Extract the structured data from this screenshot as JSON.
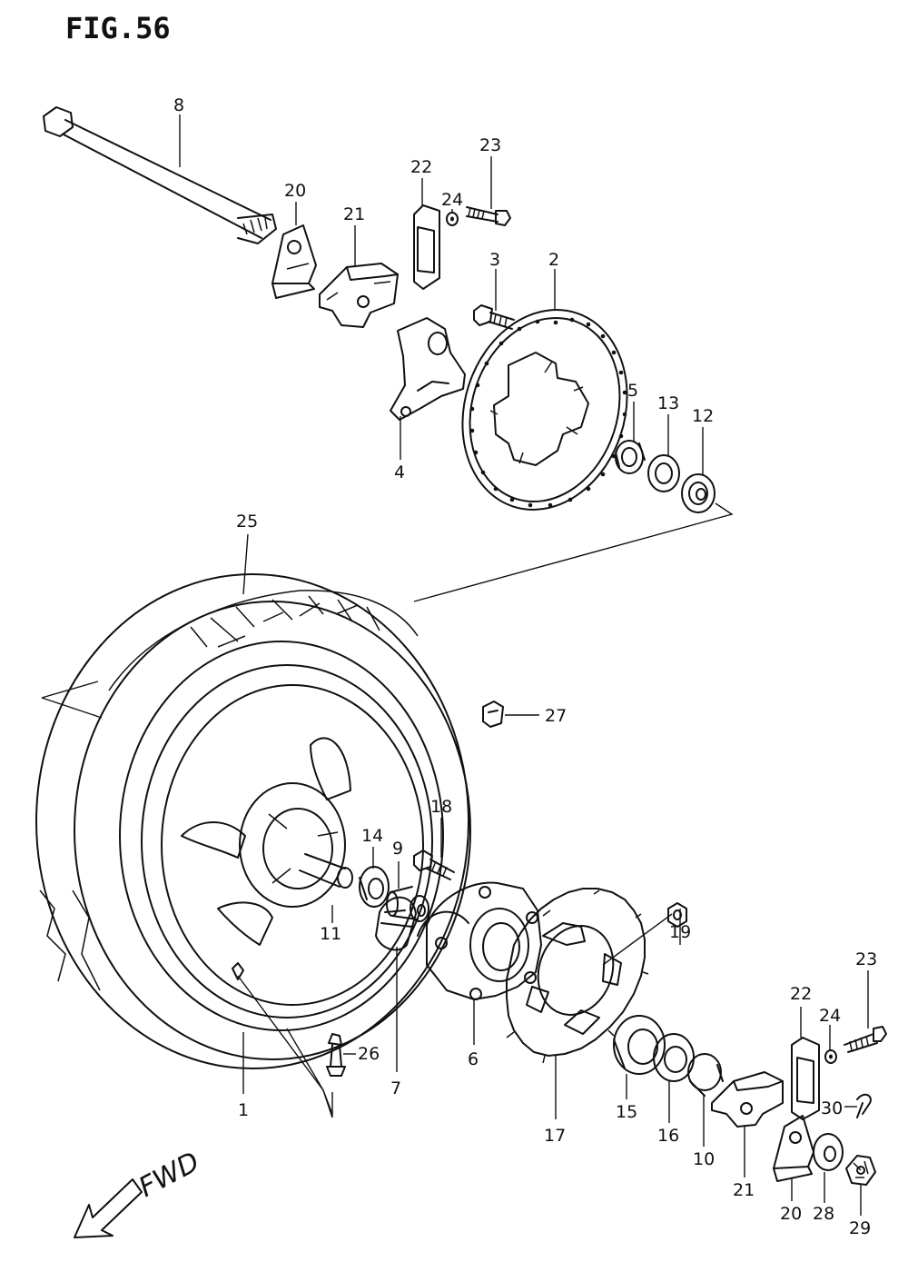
{
  "figure": {
    "title": "FIG.56",
    "direction_label": "FWD"
  },
  "parts": [
    {
      "id": "1",
      "label": "1"
    },
    {
      "id": "2",
      "label": "2"
    },
    {
      "id": "3",
      "label": "3"
    },
    {
      "id": "4",
      "label": "4"
    },
    {
      "id": "5",
      "label": "5"
    },
    {
      "id": "6",
      "label": "6"
    },
    {
      "id": "7",
      "label": "7"
    },
    {
      "id": "8",
      "label": "8"
    },
    {
      "id": "9",
      "label": "9"
    },
    {
      "id": "10",
      "label": "10"
    },
    {
      "id": "11",
      "label": "11"
    },
    {
      "id": "12",
      "label": "12"
    },
    {
      "id": "13",
      "label": "13"
    },
    {
      "id": "14",
      "label": "14"
    },
    {
      "id": "15",
      "label": "15"
    },
    {
      "id": "16",
      "label": "16"
    },
    {
      "id": "17",
      "label": "17"
    },
    {
      "id": "18",
      "label": "18"
    },
    {
      "id": "19",
      "label": "19"
    },
    {
      "id": "20a",
      "label": "20"
    },
    {
      "id": "20b",
      "label": "20"
    },
    {
      "id": "21a",
      "label": "21"
    },
    {
      "id": "21b",
      "label": "21"
    },
    {
      "id": "22a",
      "label": "22"
    },
    {
      "id": "22b",
      "label": "22"
    },
    {
      "id": "23a",
      "label": "23"
    },
    {
      "id": "23b",
      "label": "23"
    },
    {
      "id": "24a",
      "label": "24"
    },
    {
      "id": "24b",
      "label": "24"
    },
    {
      "id": "25",
      "label": "25"
    },
    {
      "id": "26",
      "label": "26"
    },
    {
      "id": "27",
      "label": "27"
    },
    {
      "id": "28",
      "label": "28"
    },
    {
      "id": "29",
      "label": "29"
    },
    {
      "id": "30",
      "label": "30"
    }
  ]
}
